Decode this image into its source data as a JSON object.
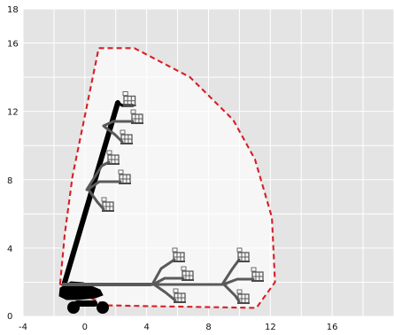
{
  "chart_data": {
    "type": "diagram",
    "x_ticks": [
      "-4",
      "0",
      "4",
      "8",
      "12",
      "16"
    ],
    "y_ticks": [
      "0",
      "4",
      "8",
      "12",
      "16",
      "18"
    ],
    "xlim": [
      -4,
      20
    ],
    "ylim": [
      0,
      18
    ],
    "grid": true,
    "envelope_color": "#d61f26",
    "machine_color": "#000000",
    "arm_color": "#5a5a5a",
    "background_color": "#e4e4e4",
    "envelope": [
      [
        -1.6,
        1.9
      ],
      [
        -1.3,
        4.8
      ],
      [
        -0.8,
        8.2
      ],
      [
        0.9,
        15.7
      ],
      [
        3.2,
        15.7
      ],
      [
        6.8,
        14.0
      ],
      [
        9.6,
        11.5
      ],
      [
        11.0,
        9.2
      ],
      [
        12.1,
        5.8
      ],
      [
        12.3,
        2.0
      ],
      [
        11.1,
        0.5
      ],
      [
        4.0,
        0.6
      ],
      [
        1.4,
        0.65
      ]
    ]
  }
}
